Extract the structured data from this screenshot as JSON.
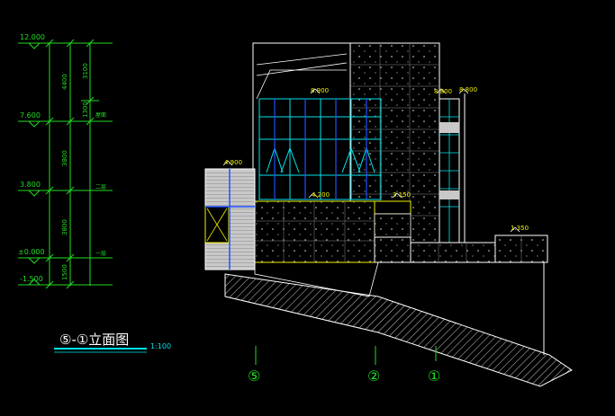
{
  "window": {
    "background": "#000000"
  },
  "colors": {
    "green": "#22dd22",
    "white": "#ffffff",
    "cyan": "#00e5ee",
    "yellow": "#f2f200",
    "blue": "#2050ff",
    "gray": "#c8c8c8",
    "dark": "#101010"
  },
  "levels": [
    {
      "id": "lv-12",
      "text": "12.000"
    },
    {
      "id": "lv-7",
      "text": "7.600"
    },
    {
      "id": "lv-3",
      "text": "3.800"
    },
    {
      "id": "lv-0",
      "text": "±0.000"
    },
    {
      "id": "lv-m1",
      "text": "-1.500"
    }
  ],
  "dims": {
    "d4400": "4400",
    "d3100": "3100",
    "d1300": "1300",
    "d3800a": "3800",
    "d3800b": "3800",
    "d1500": "1500"
  },
  "floor_notes": {
    "roof_note": "屋面",
    "floor2": "二层",
    "floor1": "一层"
  },
  "elevation_marks": {
    "e8900": "8.900",
    "e8800a": "8.800",
    "e8800b": "8.800",
    "e4900": "4.900",
    "e4200": "4.200",
    "e3150": "3.150",
    "e1350": "1.350"
  },
  "axis_labels": {
    "a5": "⑤",
    "a2": "②",
    "a1": "①"
  },
  "title": {
    "text": "⑤-①立面图",
    "scale": "1:100"
  }
}
